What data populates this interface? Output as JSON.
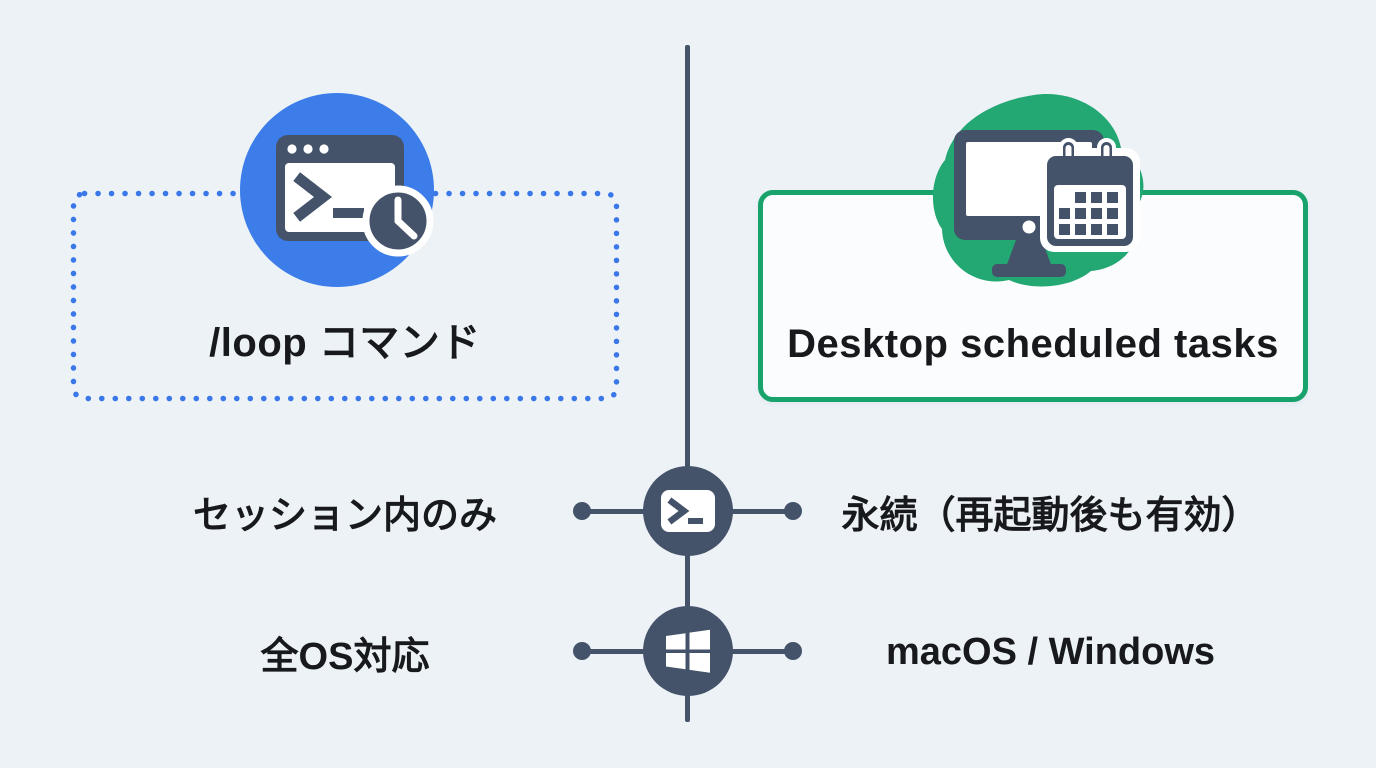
{
  "page": {
    "background_color": "#edf2f7",
    "divider_color": "#44536a",
    "text_color": "#17191d"
  },
  "left_option": {
    "title": "/loop コマンド",
    "icon": "terminal-window-clock-icon",
    "circle_color": "#3c7de9",
    "border_color": "#3a77e9",
    "border_style": "dotted"
  },
  "right_option": {
    "title": "Desktop scheduled tasks",
    "icon": "desktop-calendar-icon",
    "blob_color": "#23a873",
    "border_color": "#17a36b",
    "border_style": "solid"
  },
  "comparison_rows": [
    {
      "node_icon": "terminal-icon",
      "left": "セッション内のみ",
      "right": "永続（再起動後も有効）"
    },
    {
      "node_icon": "windows-icon",
      "left": "全OS対応",
      "right": "macOS / Windows"
    }
  ]
}
